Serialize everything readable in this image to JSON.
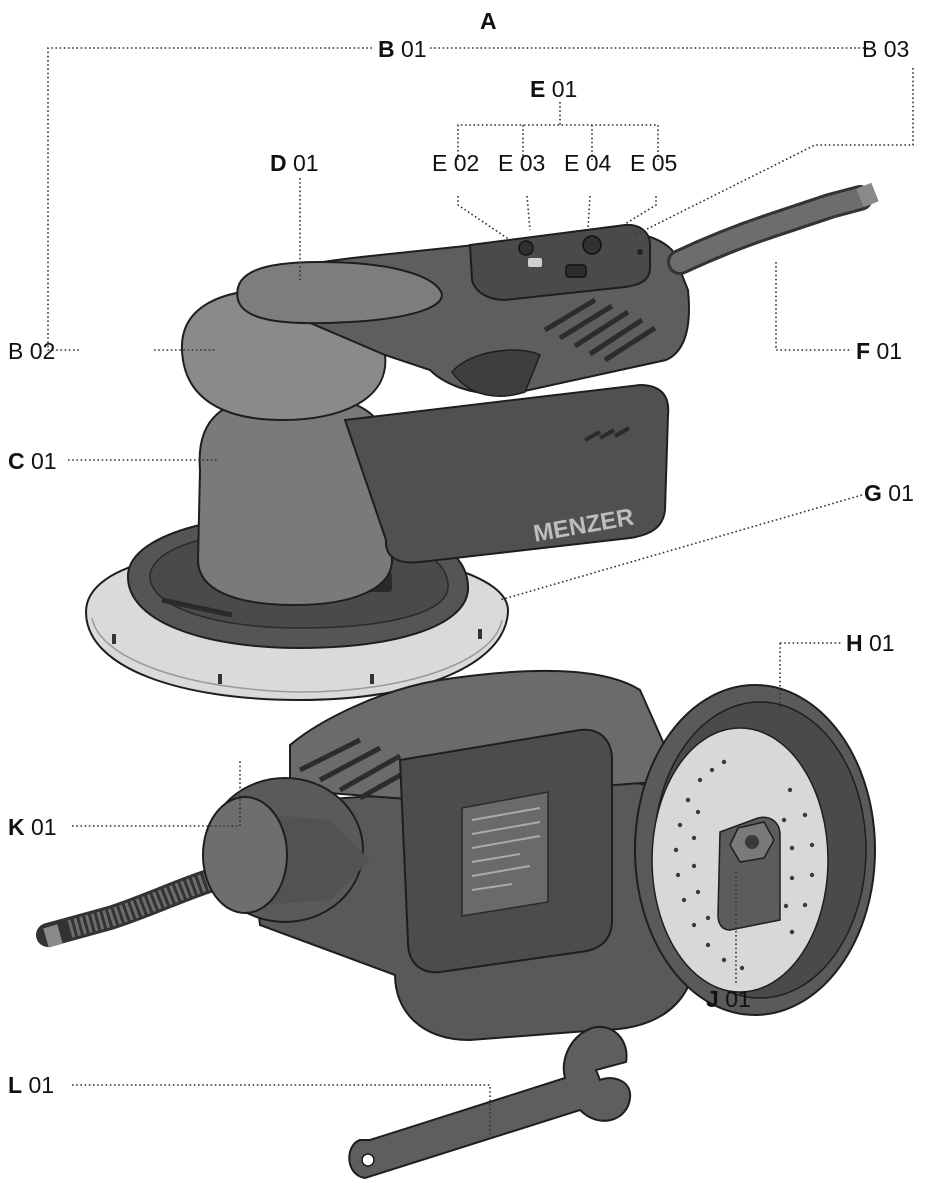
{
  "figure": {
    "title": "A",
    "brand_text": "MENZER",
    "colors": {
      "body_dark": "#4a4a4a",
      "body_mid": "#6b6b6b",
      "body_light": "#8c8c8c",
      "pad_rim": "#d9d9d9",
      "outline": "#1e1e1e"
    },
    "callouts": [
      {
        "id": "b01",
        "letter": "B",
        "number": "01"
      },
      {
        "id": "b02",
        "letter": "B",
        "number": "02"
      },
      {
        "id": "b03",
        "letter": "B",
        "number": "03"
      },
      {
        "id": "c01",
        "letter": "C",
        "number": "01"
      },
      {
        "id": "d01",
        "letter": "D",
        "number": "01"
      },
      {
        "id": "e01",
        "letter": "E",
        "number": "01"
      },
      {
        "id": "e02",
        "letter": "E",
        "number": "02"
      },
      {
        "id": "e03",
        "letter": "E",
        "number": "03"
      },
      {
        "id": "e04",
        "letter": "E",
        "number": "04"
      },
      {
        "id": "e05",
        "letter": "E",
        "number": "05"
      },
      {
        "id": "f01",
        "letter": "F",
        "number": "01"
      },
      {
        "id": "g01",
        "letter": "G",
        "number": "01"
      },
      {
        "id": "h01",
        "letter": "H",
        "number": "01"
      },
      {
        "id": "j01",
        "letter": "J",
        "number": "01"
      },
      {
        "id": "k01",
        "letter": "K",
        "number": "01"
      },
      {
        "id": "l01",
        "letter": "L",
        "number": "01"
      }
    ]
  }
}
